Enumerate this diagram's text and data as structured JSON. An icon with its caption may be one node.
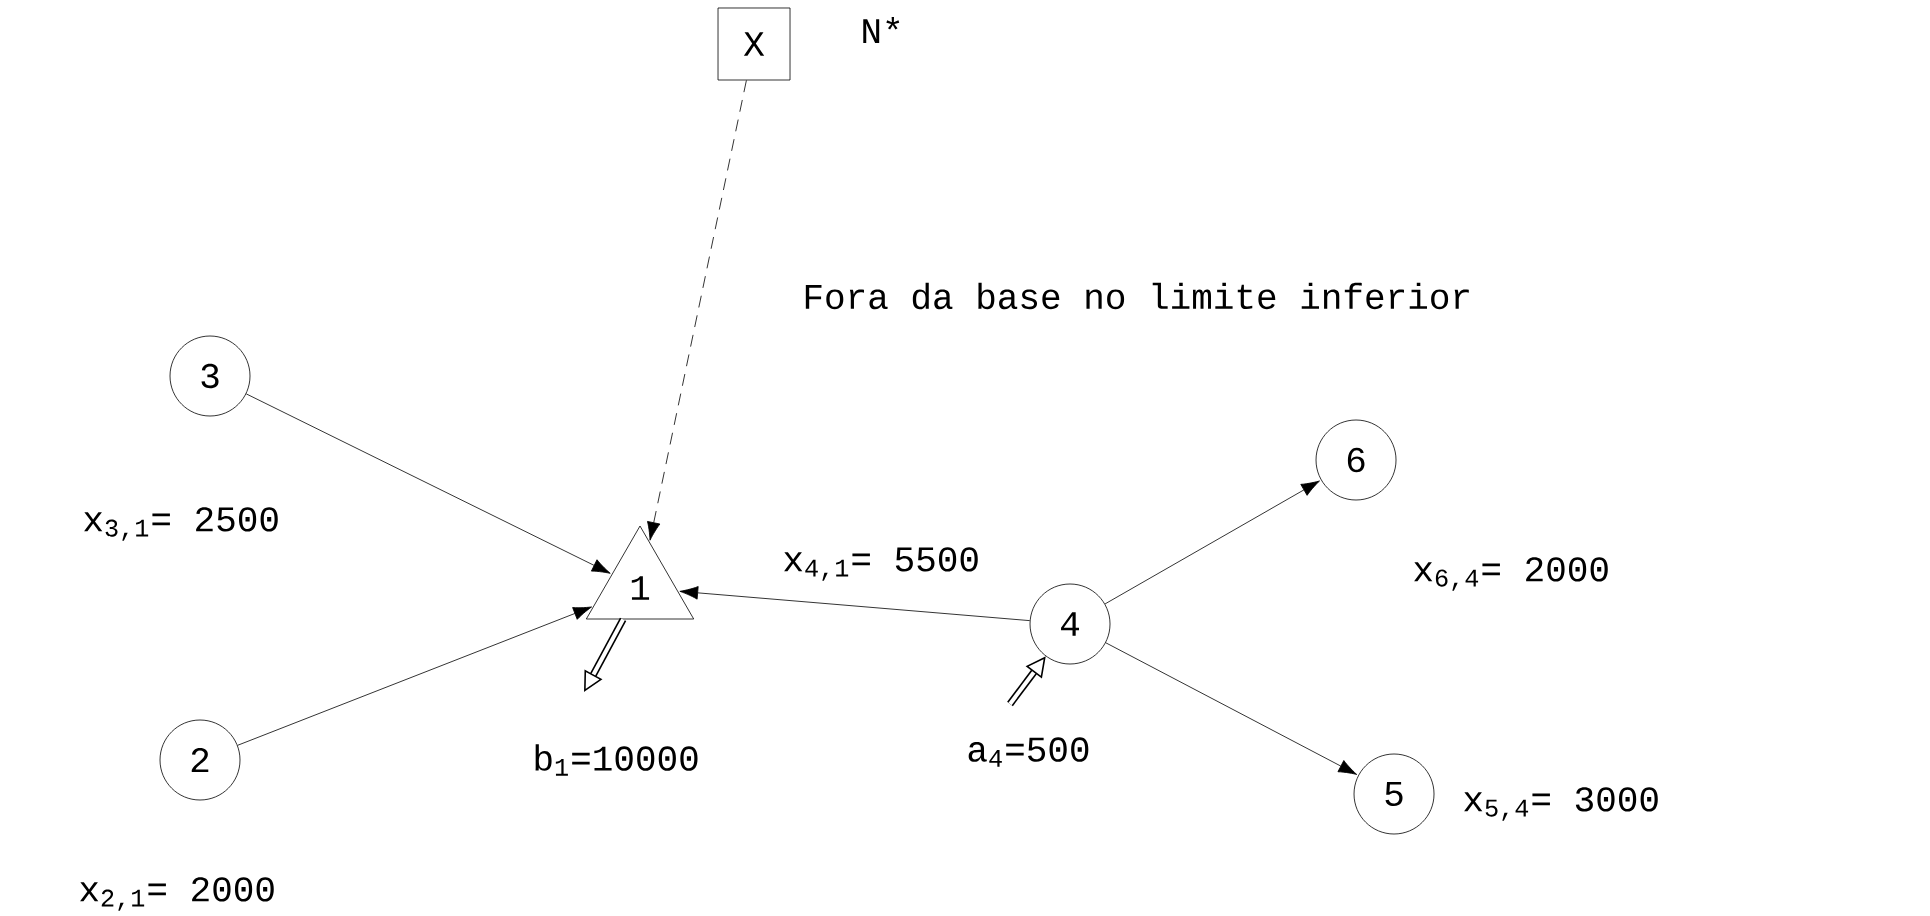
{
  "diagram": {
    "nodes": [
      {
        "text": [
          "X"
        ],
        "beside": [
          "N*"
        ]
      },
      {
        "text": [
          "1"
        ]
      },
      {
        "text": [
          "3"
        ]
      },
      {
        "text": [
          "2"
        ]
      },
      {
        "text": [
          "4"
        ]
      },
      {
        "text": [
          "6"
        ]
      },
      {
        "text": [
          "5"
        ]
      }
    ],
    "edges": [
      {
        "from": 0,
        "to": 1,
        "arrow": "to",
        "style": "dashed",
        "label": "Fora da base no limite inferior"
      },
      {
        "from": 2,
        "to": 1,
        "arrow": "to",
        "label": "x$_{3,1}$= 2500"
      },
      {
        "from": 3,
        "to": 1,
        "arrow": "to",
        "label": "x$_{2,1}$= 2000"
      },
      {
        "from": 4,
        "to": 1,
        "arrow": "to",
        "label": "x$_{4,1}$= 5500"
      },
      {
        "from": 4,
        "to": 5,
        "arrow": "to",
        "label": "x$_{6,4}$= 2000"
      },
      {
        "from": 4,
        "to": 6,
        "arrow": "to",
        "label": "x$_{5,4}$= 3000"
      },
      {
        "from": 1,
        "to": null,
        "arrow": "to",
        "style": "thick",
        "label": "b$_{1}$=10000"
      },
      {
        "from": null,
        "to": 4,
        "arrow": "to",
        "style": "thick",
        "label": "a$_{4}$=500"
      }
    ]
  }
}
